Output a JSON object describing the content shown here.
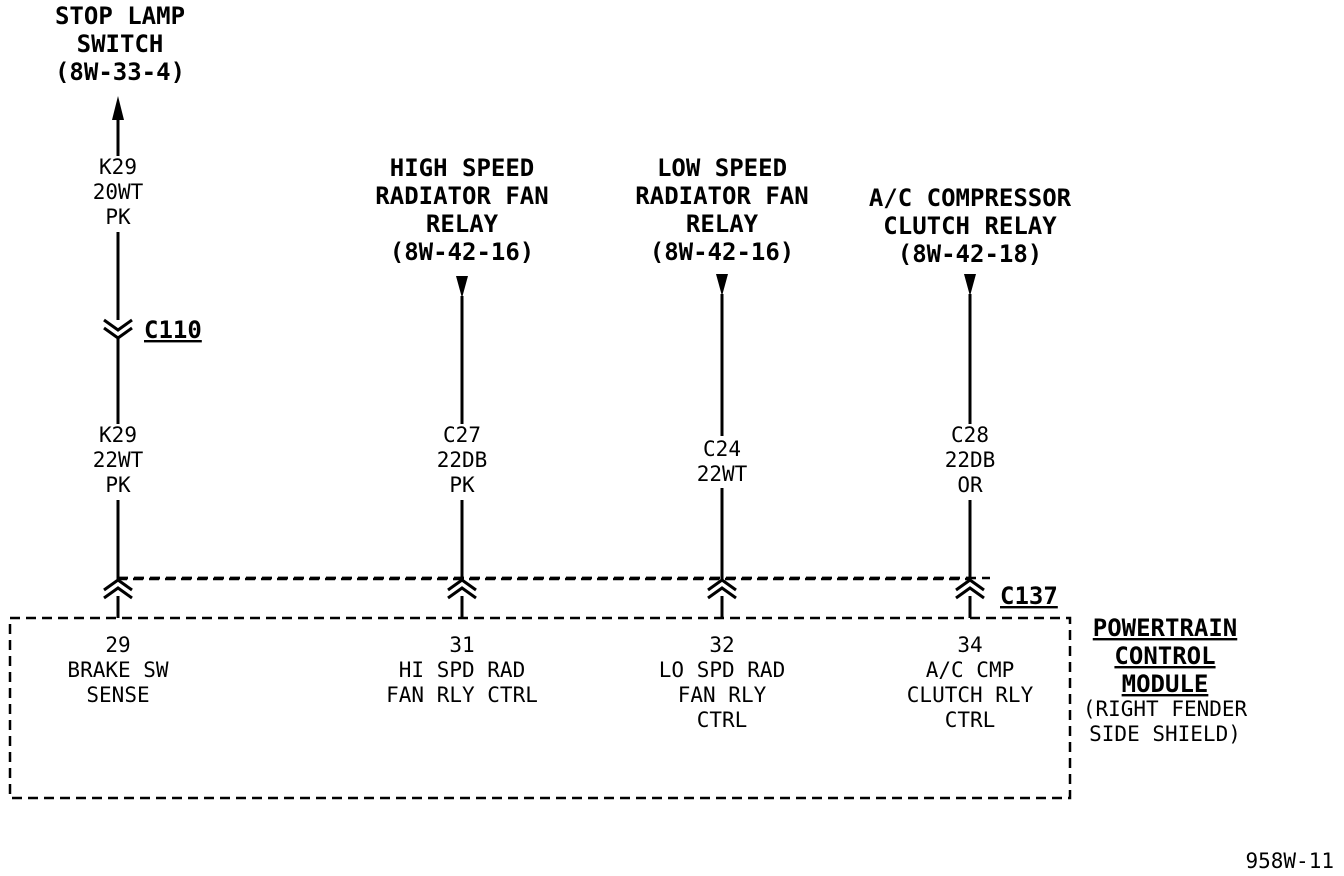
{
  "sources": {
    "stop_lamp": [
      "STOP LAMP",
      "SWITCH",
      "(8W-33-4)"
    ],
    "hi_relay": [
      "HIGH SPEED",
      "RADIATOR FAN",
      "RELAY",
      "(8W-42-16)"
    ],
    "lo_relay": [
      "LOW SPEED",
      "RADIATOR FAN",
      "RELAY",
      "(8W-42-16)"
    ],
    "ac_relay": [
      "A/C COMPRESSOR",
      "CLUTCH RELAY",
      "(8W-42-18)"
    ]
  },
  "wires": {
    "k29_upper": [
      "K29",
      "20WT",
      "PK"
    ],
    "k29_lower": [
      "K29",
      "22WT",
      "PK"
    ],
    "c27": [
      "C27",
      "22DB",
      "PK"
    ],
    "c24": [
      "C24",
      "22WT"
    ],
    "c28": [
      "C28",
      "22DB",
      "OR"
    ]
  },
  "connectors": {
    "c110": "C110",
    "c137": "C137"
  },
  "pins": {
    "p29": [
      "29",
      "BRAKE SW",
      "SENSE"
    ],
    "p31": [
      "31",
      "HI SPD RAD",
      "FAN RLY CTRL"
    ],
    "p32": [
      "32",
      "LO SPD RAD",
      "FAN RLY",
      "CTRL"
    ],
    "p34": [
      "34",
      "A/C CMP",
      "CLUTCH RLY",
      "CTRL"
    ]
  },
  "module": {
    "name": [
      "POWERTRAIN",
      "CONTROL",
      "MODULE"
    ],
    "location": [
      "(RIGHT FENDER",
      "SIDE SHIELD)"
    ]
  },
  "figure_id": "958W-11"
}
